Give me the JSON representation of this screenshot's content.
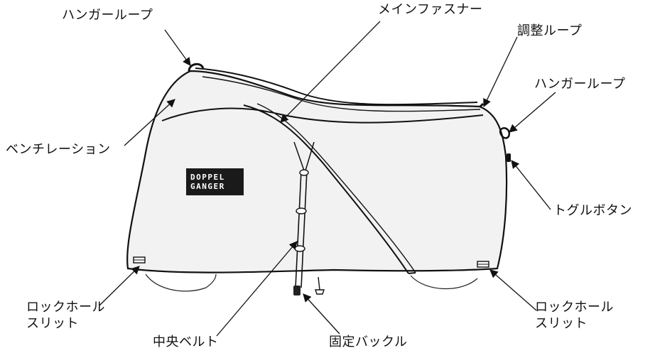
{
  "brand": {
    "line1": "DOPPEL",
    "line2": "GANGER"
  },
  "labels": {
    "hanger_loop_left": "ハンガーループ",
    "main_zipper": "メインファスナー",
    "adjust_loop": "調整ループ",
    "hanger_loop_right": "ハンガーループ",
    "ventilation": "ベンチレーション",
    "toggle_button": "トグルボタン",
    "lock_hole_left": [
      "ロックホール",
      "スリット"
    ],
    "lock_hole_right": [
      "ロックホール",
      "スリット"
    ],
    "center_belt": "中央ベルト",
    "fixed_buckle": "固定バックル"
  }
}
